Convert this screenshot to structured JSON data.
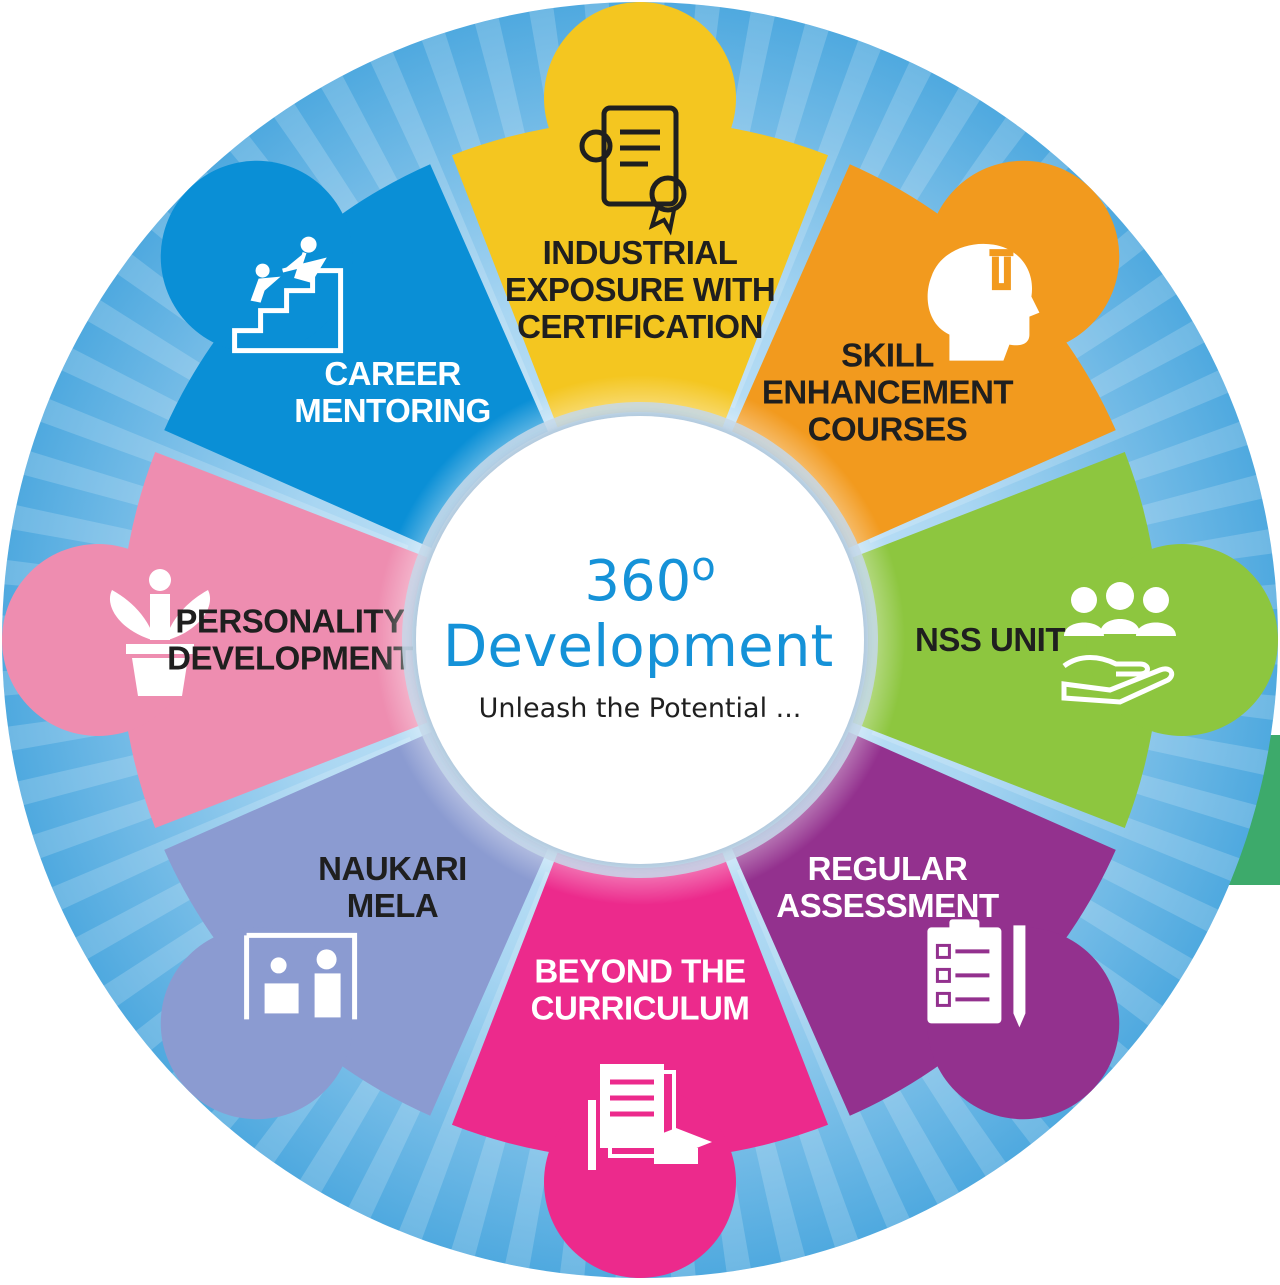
{
  "center": {
    "title_number": "360",
    "title_degree": "o",
    "title_word": "Development",
    "subtitle": "Unleash the Potential ..."
  },
  "segments": [
    {
      "id": "industrial",
      "label_lines": [
        "INDUSTRIAL",
        "EXPOSURE WITH",
        "CERTIFICATION"
      ],
      "color": "#F4C620",
      "text_color": "#1f1f1f",
      "icon": "certificate-icon"
    },
    {
      "id": "skill",
      "label_lines": [
        "SKILL",
        "ENHANCEMENT",
        "COURSES"
      ],
      "color": "#F29A1E",
      "text_color": "#1f1f1f",
      "icon": "head-wrench-icon"
    },
    {
      "id": "nss",
      "label_lines": [
        "NSS UNIT"
      ],
      "color": "#8DC63F",
      "text_color": "#1f1f1f",
      "icon": "community-hand-icon"
    },
    {
      "id": "assessment",
      "label_lines": [
        "REGULAR",
        "ASSESSMENT"
      ],
      "color": "#93318E",
      "text_color": "#ffffff",
      "icon": "clipboard-checklist-icon"
    },
    {
      "id": "beyond",
      "label_lines": [
        "BEYOND THE",
        "CURRICULUM"
      ],
      "color": "#EC2A8C",
      "text_color": "#ffffff",
      "icon": "documents-graduation-icon"
    },
    {
      "id": "naukari",
      "label_lines": [
        "NAUKARI",
        "MELA"
      ],
      "color": "#8B9BD1",
      "text_color": "#1f1f1f",
      "icon": "interview-desk-icon"
    },
    {
      "id": "personality",
      "label_lines": [
        "PERSONALITY",
        "DEVELOPMENT"
      ],
      "color": "#EE8DB0",
      "text_color": "#1f1f1f",
      "icon": "person-plant-icon"
    },
    {
      "id": "career",
      "label_lines": [
        "CAREER",
        "MENTORING"
      ],
      "color": "#0A8FD6",
      "text_color": "#ffffff",
      "icon": "mentor-stairs-icon"
    }
  ],
  "colors": {
    "ring_outer": "#4FA9DF",
    "ring_inner": "#9ED0F0",
    "accent_blue": "#1592D8",
    "right_edge_green": "#3DAA6B"
  }
}
